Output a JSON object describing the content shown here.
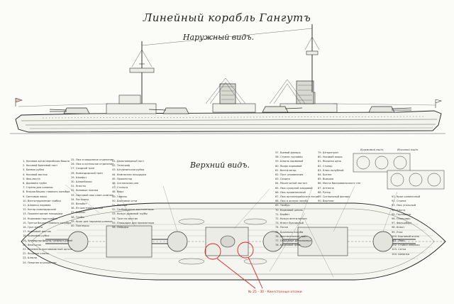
{
  "titles": {
    "main": "Линейный корабль Гангутъ",
    "side_view": "Наружный видъ.",
    "plan_view": "Верхний видъ."
  },
  "callout": {
    "text": "№ 25 - 30 - Кингстонные отсеки"
  },
  "detail_views": {
    "left": "Кормовой видъ",
    "right": "Носовой видъ"
  },
  "legend": {
    "col1": [
      "1. Носовая артиллерийская башня",
      "2. Носовой броневой пост",
      "3. Боевая рубка",
      "4. Носовой мостик",
      "5. Фок-мачта",
      "6. Дымовая труба",
      "7. Стрела для шлюпок",
      "8. Вторая башня главного калибра",
      "9. Световые люки",
      "10. Вентиляционные грибки",
      "11. Шлюпка паровая",
      "12. Катер командирский",
      "13. Прожекторные площадки",
      "14. Кормовая надстройка",
      "15. Третья башня главного калибра",
      "16. Грот-мачта",
      "17. Кормовой мостик",
      "18. Кормовая рубка",
      "19. Четвертая башня главного калибра",
      "20. Флагшток",
      "21. Казематы противоминной артиллерии",
      "22. Якорные клюзы",
      "23. Шпили",
      "24. Леерное ограждение"
    ],
    "col2": [
      "25. Люк в машинное отделение",
      "26. Люк в котельное отделение",
      "27. Сходной трап",
      "28. Командирский трап",
      "29. Шкафут",
      "30. Шлюпбалки",
      "31. Кнехты",
      "32. Киповые планки",
      "33. Световой люк кают-компании",
      "34. Рострысы",
      "35. Вельбот",
      "36. Ял шестивесельный",
      "37. Барказ",
      "38. Тумбы",
      "39. Кран для подъема шлюпок",
      "40. Пиллерсы"
    ],
    "col3": [
      "41. Дальномерный пост",
      "42. Телеграф",
      "43. Штурманская рубка",
      "44. Компасная площадка",
      "45. Прожектор",
      "46. Сигнальная рея",
      "47. Стеньга",
      "48. Марс",
      "49. Гафель",
      "50. Бортовые огни",
      "51. Фонари",
      "52. Грибовидные вентиляторы",
      "53. Кожух дымовой трубы",
      "54. Трап на мостик",
      "55. Площадка для прожектора",
      "56. Лебедка"
    ],
    "col4": [
      "57. Боевой фонарь",
      "58. Стрела грузовая",
      "59. Шпиль кормовой",
      "60. Якорь кормовой",
      "61. Вентилятор",
      "62. Пост управления",
      "63. Сходня",
      "64. Решетчатый настил",
      "65. Люк сухарной кладовой",
      "66. Люк провизионной",
      "67. Люк артиллерийского погреба",
      "68. Люк в жилую палубу",
      "69. Тамбур",
      "70. Кормовой шпиль",
      "71. Барбет",
      "72. Кожух вентилятора",
      "73. Кнехт буксирный",
      "74. Погон",
      "75. Броневая палуба",
      "76. Вертикальный трап",
      "77. Площадка дальномера",
      "78. Кормовой флаг"
    ],
    "col5": [
      "79. Штормтрап",
      "80. Носовой якорь",
      "81. Якорная цепь",
      "82. Стопор",
      "83. Клюз палубный",
      "84. Битенг",
      "85. Вьюшка",
      "86. Мачта беспроволочного телеграфа",
      "87. Антенна",
      "88. Рупор",
      "89. Сигнальный фонарь",
      "90. Вертлюг"
    ],
    "col6": [
      "91. Кран шлюпочный",
      "92. Стрела",
      "93. Люк угольный",
      "94. Шахта",
      "95. Горловина",
      "96. Планширь",
      "97. Фальшборт",
      "98. Кнехт",
      "99. Утка",
      "100. Бортовой огонь",
      "101. Леер",
      "102. Стойка леерная",
      "103. Сетка",
      "104. Шлюпка"
    ]
  }
}
